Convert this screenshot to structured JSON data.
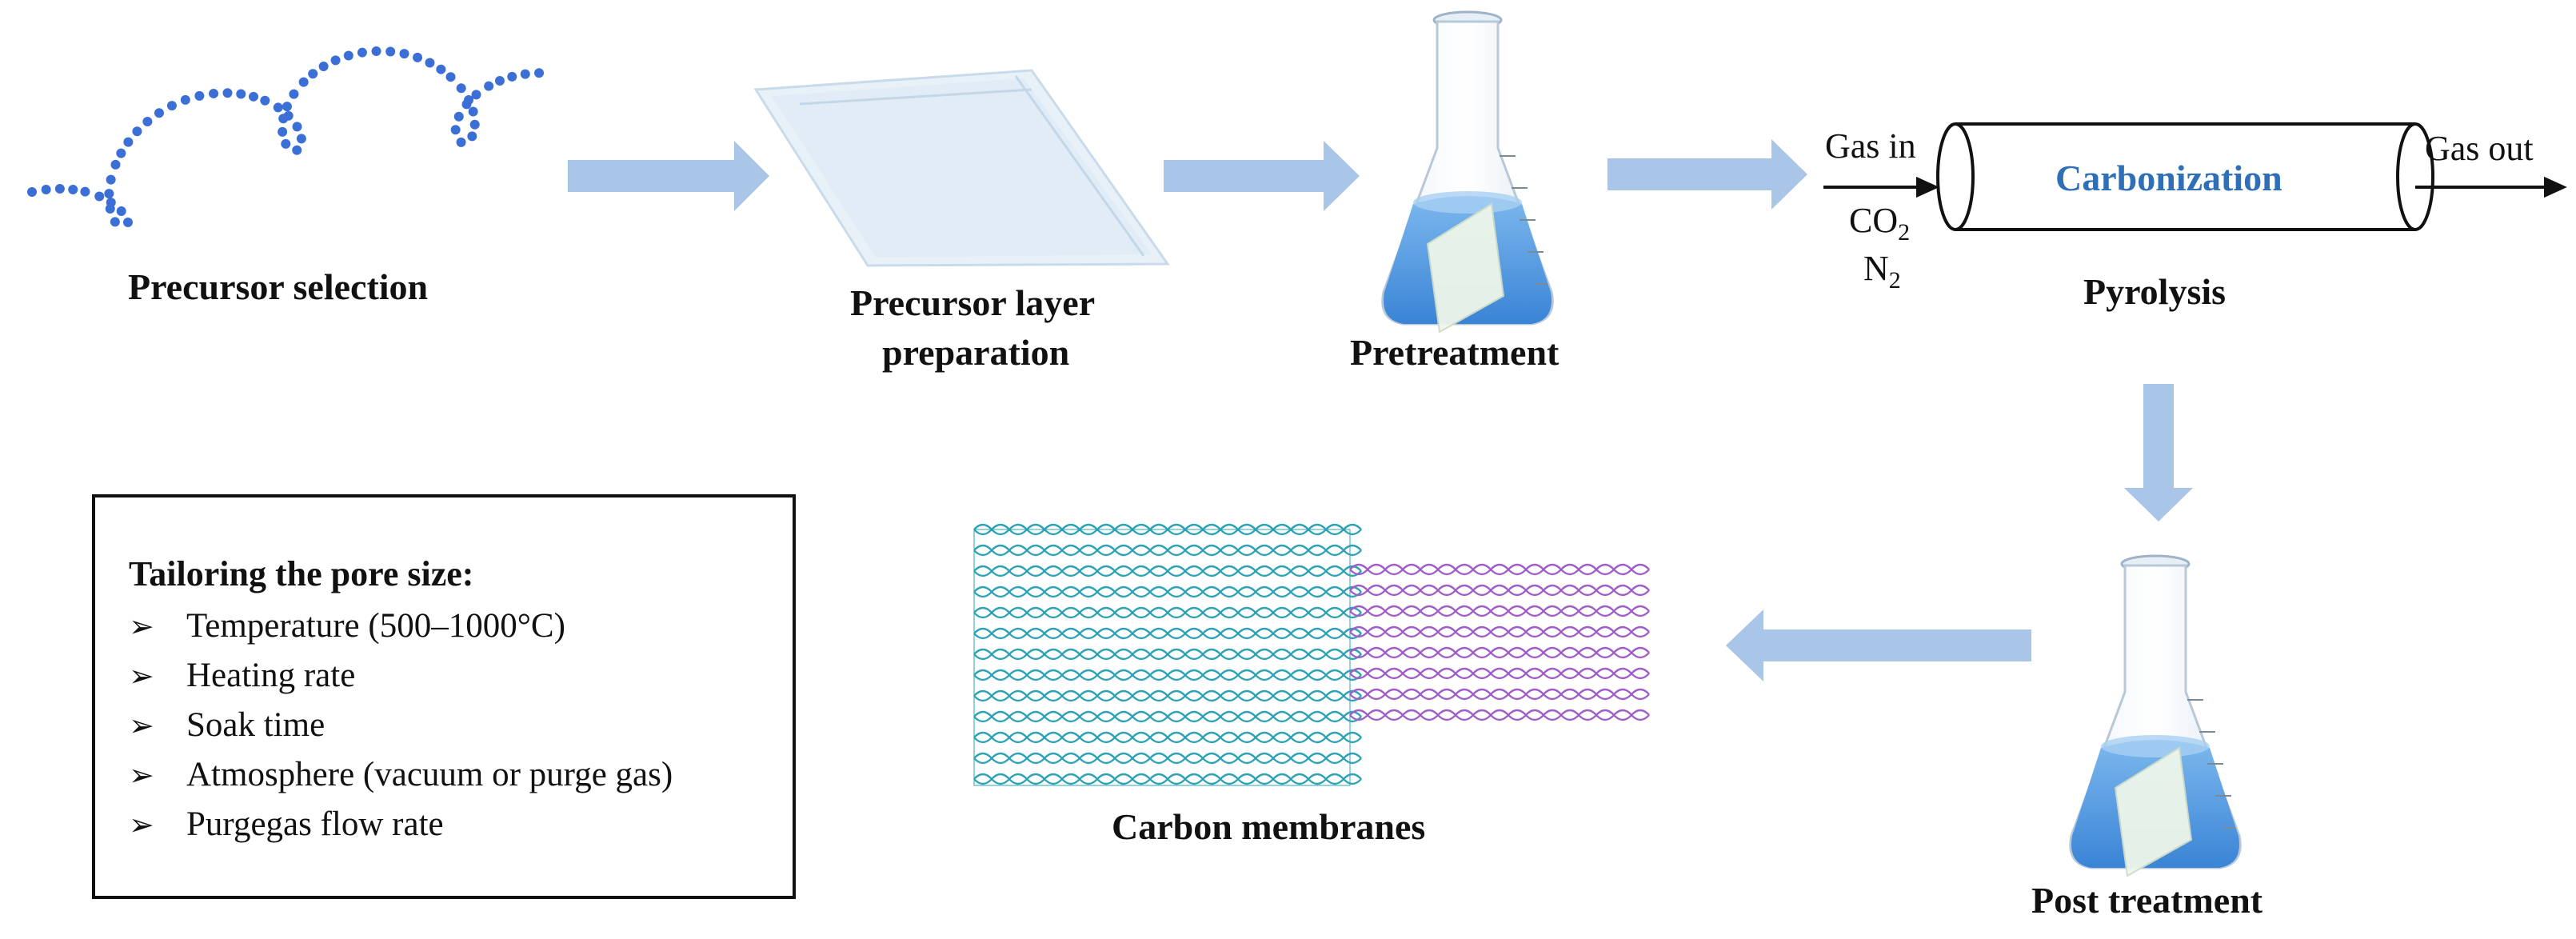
{
  "steps": {
    "precursor_selection": "Precursor selection",
    "precursor_layer_line1": "Precursor layer",
    "precursor_layer_line2": "preparation",
    "pretreatment": "Pretreatment",
    "pyrolysis": "Pyrolysis",
    "post_treatment": "Post treatment",
    "carbon_membranes": "Carbon membranes"
  },
  "furnace": {
    "label": "Carbonization",
    "gas_in": "Gas in",
    "gas_out": "Gas out",
    "gas1_main": "CO",
    "gas1_sub": "2",
    "gas2_main": "N",
    "gas2_sub": "2"
  },
  "tailoring": {
    "title": "Tailoring the pore size:",
    "bullet": "➢",
    "items": [
      "Temperature (500–1000°C)",
      "Heating rate",
      "Soak time",
      "Atmosphere (vacuum or purge gas)",
      "Purgegas flow rate"
    ]
  },
  "colors": {
    "arrow": "#a9c6e8",
    "bead": "#3b6fd6",
    "carbonization_text": "#2e6fb8",
    "flask_liquid": "#4a93da",
    "membrane_cyan": "#2fa3b5",
    "membrane_purple": "#a05fc8"
  }
}
